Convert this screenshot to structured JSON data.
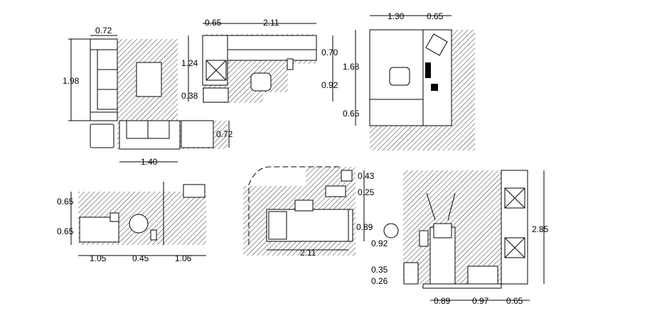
{
  "drawing": {
    "plan_a": {
      "top": "0.72",
      "left": "1.98",
      "right": "0.72",
      "bottom": "1.40"
    },
    "plan_b": {
      "top_left": "0.65",
      "top_right": "2.11",
      "left_upper": "1.24",
      "left_lower": "0.38",
      "right_upper": "0.70",
      "right_lower": "0.92"
    },
    "plan_c": {
      "top_left": "1.30",
      "top_right": "0.65",
      "left_upper": "1.68",
      "left_lower": "0.65"
    },
    "plan_d": {
      "left_upper": "0.65",
      "left_lower": "0.65",
      "bottom_1": "1.05",
      "bottom_2": "0.45",
      "bottom_3": "1.06"
    },
    "plan_e": {
      "right_1": "0.43",
      "right_2": "0.25",
      "right_3": "0.89",
      "bottom": "2.11"
    },
    "plan_f": {
      "left_1": "0.92",
      "left_2": "0.35",
      "left_3": "0.26",
      "right": "2.85",
      "bottom_1": "0.89",
      "bottom_2": "0.97",
      "bottom_3": "0.65"
    }
  }
}
